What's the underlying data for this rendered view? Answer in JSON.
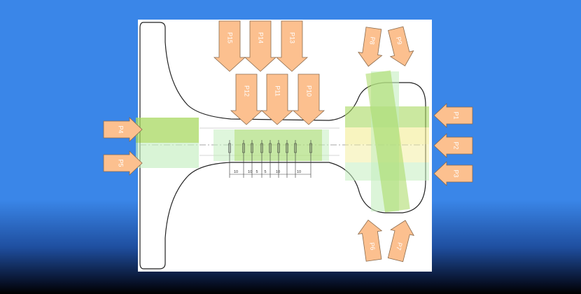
{
  "colors": {
    "background_top": "#3a86e8",
    "background_bottom": "#000000",
    "panel": "#ffffff",
    "arrow_fill": "#fcc08f",
    "arrow_stroke": "#8a6a4c",
    "zone_green": "#a8d860",
    "zone_light_green": "#c4eec0",
    "zone_yellow": "#f4ee9c"
  },
  "load_arrows": {
    "left": [
      "P4",
      "P5"
    ],
    "right": [
      "P1",
      "P2",
      "P3"
    ],
    "top_upper": [
      "P15",
      "P14",
      "P13"
    ],
    "top_lower": [
      "P12",
      "P11",
      "P10"
    ],
    "top_right": [
      "P8",
      "P9"
    ],
    "bottom_right": [
      "P6",
      "P7"
    ]
  },
  "dimensions": [
    "10",
    "10",
    "5",
    "5",
    "10",
    "10"
  ]
}
